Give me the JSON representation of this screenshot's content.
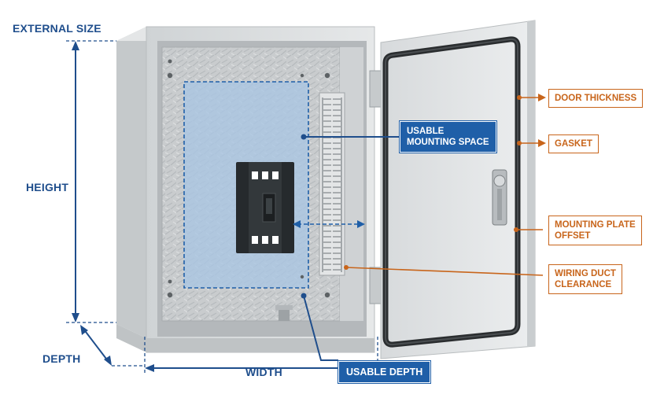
{
  "colors": {
    "blue": "#1f4e8c",
    "blue_box": "#1f5fa8",
    "orange": "#c8651b",
    "enclosure_grey": "#dcdfe1",
    "mounting_area": "#a9c5e3"
  },
  "dimensions": {
    "external_size": "EXTERNAL SIZE",
    "height": "HEIGHT",
    "depth": "DEPTH",
    "width": "WIDTH"
  },
  "callouts_blue": {
    "usable_mounting_space_line1": "USABLE",
    "usable_mounting_space_line2": "MOUNTING SPACE",
    "usable_depth": "USABLE DEPTH"
  },
  "callouts_orange": {
    "door_thickness": "DOOR THICKNESS",
    "gasket": "GASKET",
    "mounting_plate_offset_line1": "MOUNTING PLATE",
    "mounting_plate_offset_line2": "OFFSET",
    "wiring_duct_clearance_line1": "WIRING DUCT",
    "wiring_duct_clearance_line2": "CLEARANCE"
  },
  "icons": [
    "door-lock-icon",
    "hinge-icon",
    "circuit-breaker-icon"
  ]
}
